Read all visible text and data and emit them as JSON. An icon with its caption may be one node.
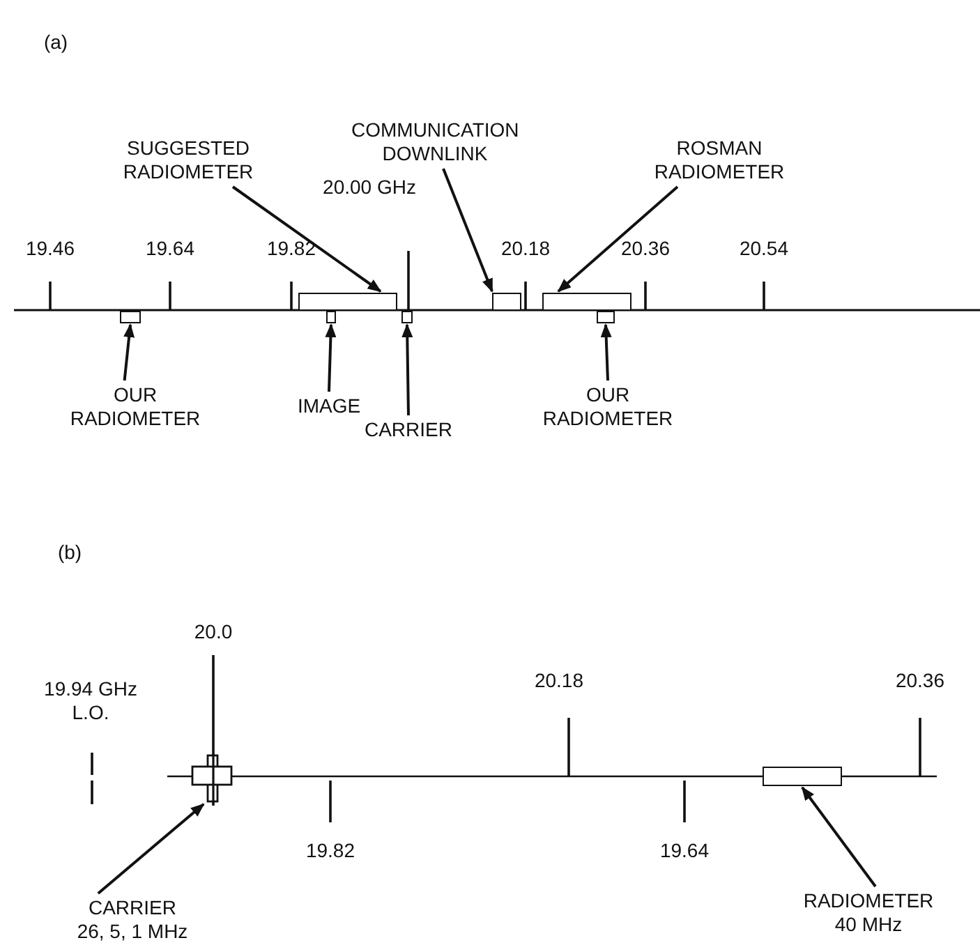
{
  "diagram": {
    "nodes": [
      {
        "text": [
          "SUGGESTED RADIOMETER"
        ]
      },
      {
        "text": [
          "COMMUNICATION DOWNLINK"
        ]
      },
      {
        "text": [
          "ROSMAN RADIOMETER"
        ]
      },
      {
        "text": [],
        "shape": "box"
      },
      {
        "text": [],
        "shape": "box"
      },
      {
        "text": [],
        "shape": "box"
      },
      {
        "text": [],
        "shape": "box"
      },
      {
        "text": [],
        "shape": "box"
      },
      {
        "text": [],
        "shape": "box"
      },
      {
        "text": [],
        "shape": "box"
      },
      {
        "text": [
          "OUR RADIOMETER"
        ]
      },
      {
        "text": [
          "IMAGE"
        ]
      },
      {
        "text": [
          "CARRIER"
        ]
      },
      {
        "text": [
          "OUR RADIOMETER"
        ]
      },
      {
        "text": [],
        "shape": "box"
      },
      {
        "text": [],
        "shape": "box"
      },
      {
        "text": [
          "CARRIER 26, 5, 1 MHz"
        ]
      },
      {
        "text": [
          "RADIOMETER 40 MHz"
        ]
      }
    ],
    "edges": [
      {
        "from": 0,
        "to": 3,
        "arrow": "to"
      },
      {
        "from": 1,
        "to": 4,
        "arrow": "to"
      },
      {
        "from": 2,
        "to": 5,
        "arrow": "to"
      },
      {
        "from": 10,
        "to": 6,
        "arrow": "to"
      },
      {
        "from": 11,
        "to": 7,
        "arrow": "to"
      },
      {
        "from": 12,
        "to": 8,
        "arrow": "to"
      },
      {
        "from": 13,
        "to": 9,
        "arrow": "to"
      },
      {
        "from": 16,
        "to": 14,
        "arrow": "to"
      },
      {
        "from": 17,
        "to": 15,
        "arrow": "to"
      }
    ],
    "labels": [
      "(a)",
      "20.00 GHz",
      "19.46",
      "19.64",
      "19.82",
      "20.18",
      "20.36",
      "20.54",
      "(b)",
      "20.0",
      "19.94 GHz L.O.",
      "20.18",
      "20.36",
      "19.82",
      "19.64"
    ]
  }
}
